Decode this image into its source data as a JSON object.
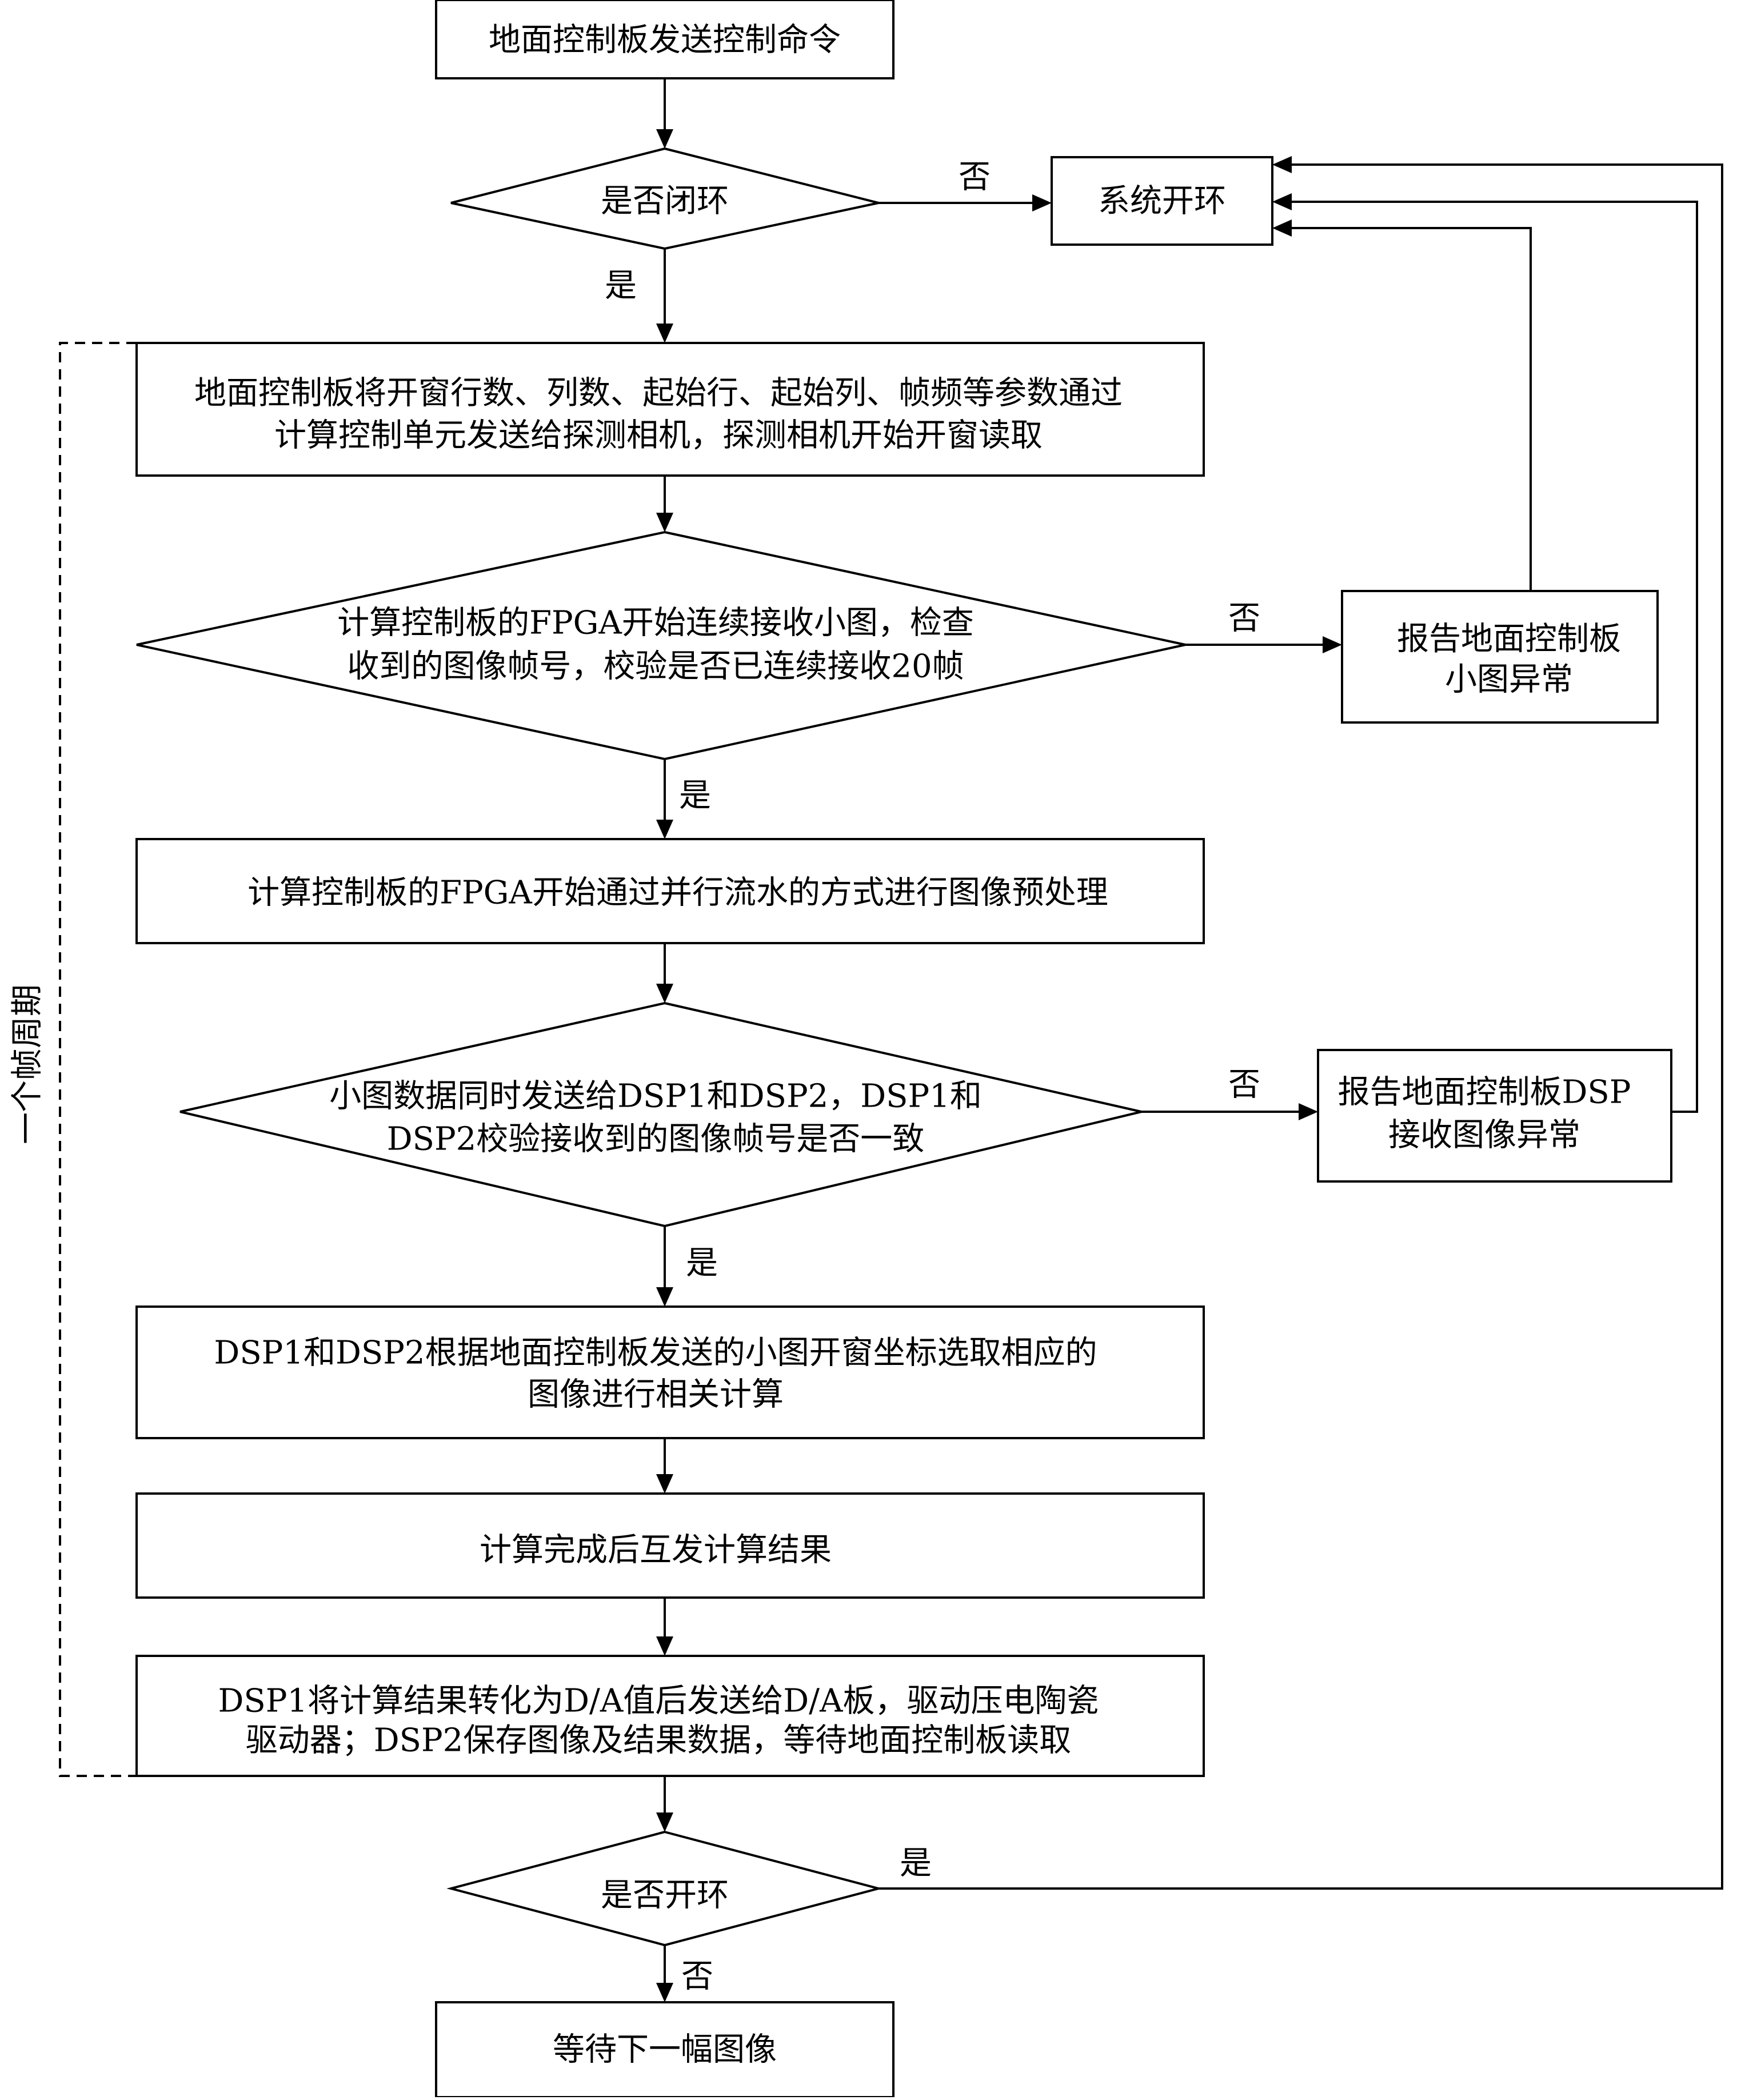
{
  "flowchart": {
    "start": "地面控制板发送控制命令",
    "decision_closed_loop": "是否闭环",
    "system_open_loop": "系统开环",
    "step_set_params": [
      "地面控制板将开窗行数、列数、起始行、起始列、帧频等参数通过",
      "计算控制单元发送给探测相机，探测相机开始开窗读取"
    ],
    "decision_receive_frames": [
      "计算控制板的FPGA开始连续接收小图，检查",
      "收到的图像帧号，校验是否已连续接收20帧"
    ],
    "report_small_image_error": [
      "报告地面控制板",
      "小图异常"
    ],
    "step_preprocess": "计算控制板的FPGA开始通过并行流水的方式进行图像预处理",
    "decision_frame_consistency": [
      "小图数据同时发送给DSP1和DSP2，DSP1和",
      "DSP2校验接收到的图像帧号是否一致"
    ],
    "report_dsp_error": [
      "报告地面控制板DSP",
      "接收图像异常"
    ],
    "step_correlation": [
      "DSP1和DSP2根据地面控制板发送的小图开窗坐标选取相应的",
      "图像进行相关计算"
    ],
    "step_exchange_results": "计算完成后互发计算结果",
    "step_output": [
      "DSP1将计算结果转化为D/A值后发送给D/A板，驱动压电陶瓷",
      "驱动器；DSP2保存图像及结果数据，等待地面控制板读取"
    ],
    "decision_open_loop": "是否开环",
    "end_wait": "等待下一幅图像",
    "frame_cycle_label": "一个帧周期",
    "yes_label": "是",
    "no_label": "否"
  }
}
